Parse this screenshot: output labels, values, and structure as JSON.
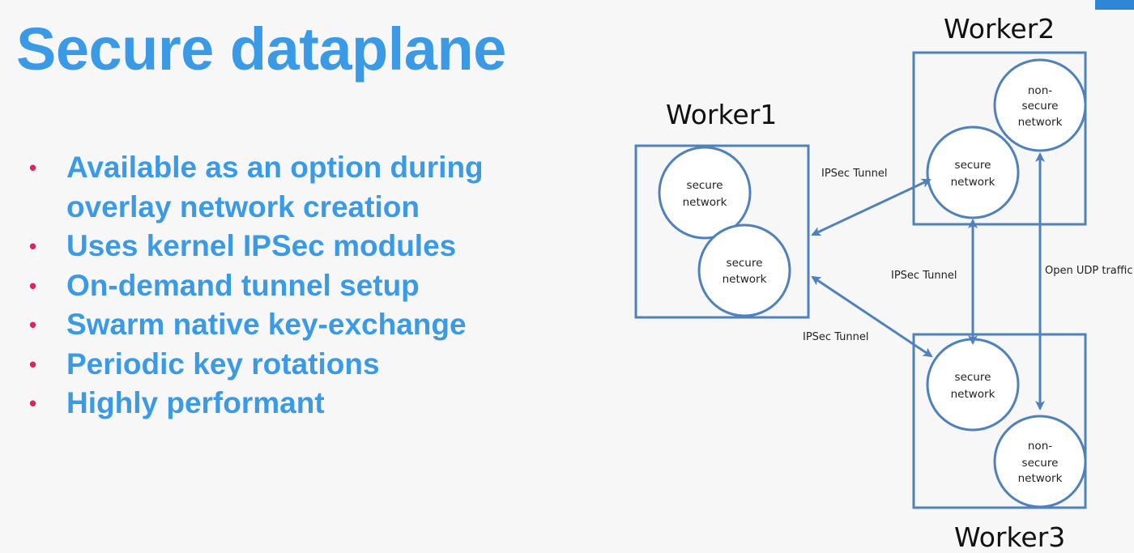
{
  "slide": {
    "title": "Secure dataplane",
    "bullets": [
      [
        "Available as an option during",
        "overlay network creation"
      ],
      [
        "Uses kernel IPSec modules"
      ],
      [
        "On-demand tunnel setup"
      ],
      [
        "Swarm native key-exchange"
      ],
      [
        "Periodic key rotations"
      ],
      [
        "Highly performant"
      ]
    ],
    "bullet_symbol": "•"
  },
  "diagram": {
    "workers": {
      "worker1": "Worker1",
      "worker2": "Worker2",
      "worker3": "Worker3"
    },
    "nodes": {
      "w1_secure_a": [
        "secure",
        "network"
      ],
      "w1_secure_b": [
        "secure",
        "network"
      ],
      "w2_secure": [
        "secure",
        "network"
      ],
      "w2_nonsecure": [
        "non-",
        "secure",
        "network"
      ],
      "w3_secure": [
        "secure",
        "network"
      ],
      "w3_nonsecure": [
        "non-",
        "secure",
        "network"
      ]
    },
    "edges": {
      "w1_w2": "IPSec Tunnel",
      "w2_w3": "IPSec Tunnel",
      "w1_w3": "IPSec Tunnel",
      "udp": "Open UDP traffic"
    }
  },
  "colors": {
    "title": "#3b9ae6",
    "bullet_dot": "#e2215a",
    "diagram_stroke": "#4f81bd"
  }
}
